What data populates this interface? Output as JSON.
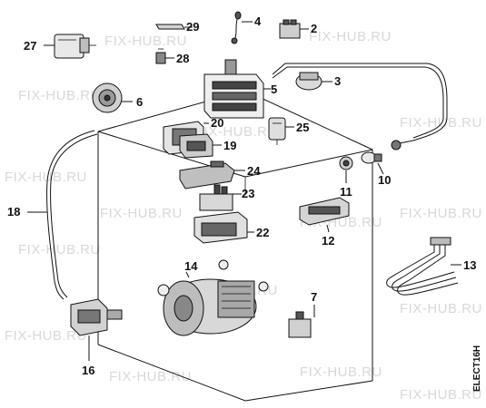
{
  "diagram": {
    "watermark": "FIX-HUB.RU",
    "code": "ELECT16H",
    "callouts": {
      "c2": "2",
      "c3": "3",
      "c4": "4",
      "c5": "5",
      "c6": "6",
      "c7": "7",
      "c10": "10",
      "c11": "11",
      "c12": "12",
      "c13": "13",
      "c14": "14",
      "c16": "16",
      "c18": "18",
      "c19": "19",
      "c20": "20",
      "c22": "22",
      "c23": "23",
      "c24": "24",
      "c25": "25",
      "c27": "27",
      "c28": "28",
      "c29": "29"
    }
  }
}
